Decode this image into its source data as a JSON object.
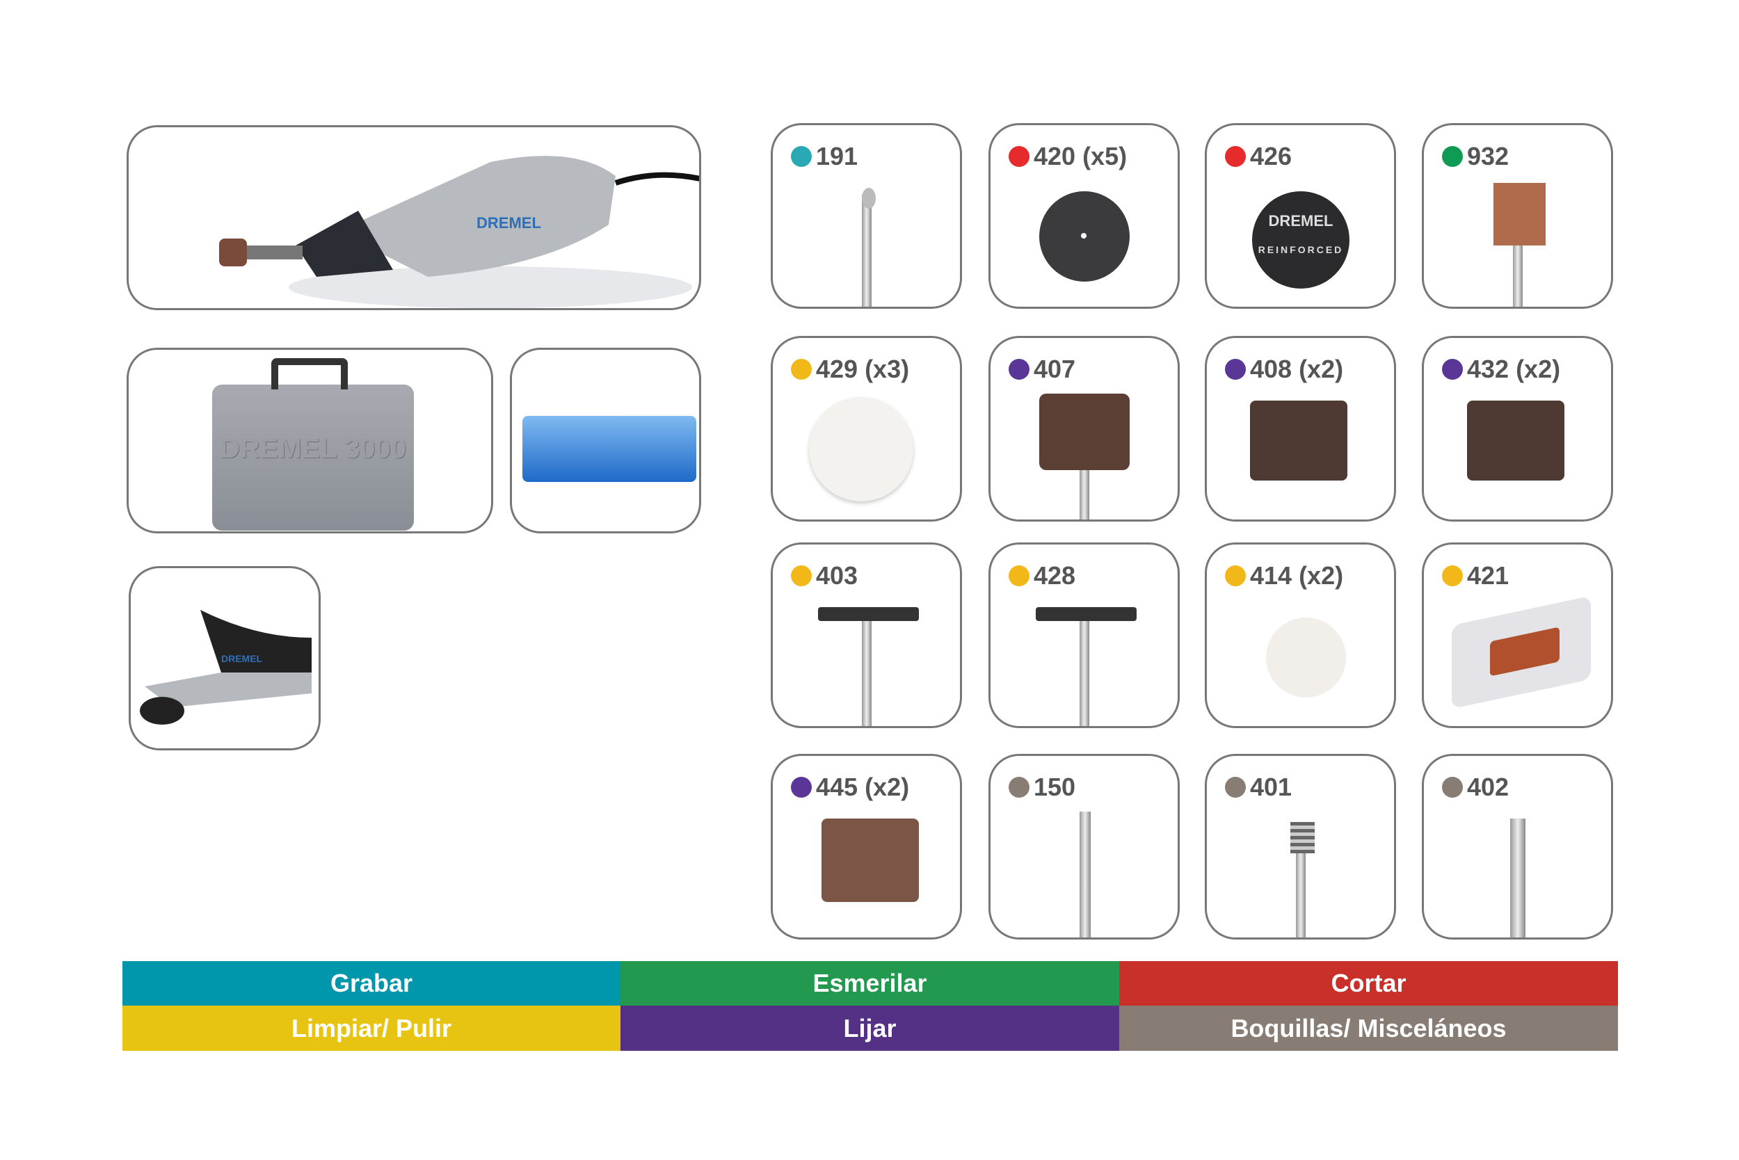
{
  "kit": {
    "tool_brand": "DREMEL",
    "tool_model": "3000",
    "case_text": "DREMEL 3000",
    "attachment_brand": "DREMEL"
  },
  "colors": {
    "grabar": "#0096ab",
    "esmerilar": "#23994f",
    "cortar": "#c9302a",
    "limpiar": "#e8c412",
    "lijar": "#543184",
    "boquillas": "#877d74"
  },
  "accessories": [
    {
      "code": "191",
      "dot": "#2aa9b4",
      "type": "bit"
    },
    {
      "code": "420 (x5)",
      "dot": "#e52b2b",
      "type": "disc-dark"
    },
    {
      "code": "426",
      "dot": "#e52b2b",
      "type": "disc-reinforced",
      "disc_text": "DREMEL",
      "disc_subtext": "REINFORCED"
    },
    {
      "code": "932",
      "dot": "#109b55",
      "type": "stone"
    },
    {
      "code": "429 (x3)",
      "dot": "#f2b81a",
      "type": "felt"
    },
    {
      "code": "407",
      "dot": "#5a3696",
      "type": "drum-mandrel"
    },
    {
      "code": "408 (x2)",
      "dot": "#5a3696",
      "type": "band"
    },
    {
      "code": "432 (x2)",
      "dot": "#5a3696",
      "type": "band"
    },
    {
      "code": "403",
      "dot": "#f2b81a",
      "type": "brush"
    },
    {
      "code": "428",
      "dot": "#f2b81a",
      "type": "brush"
    },
    {
      "code": "414 (x2)",
      "dot": "#f2b81a",
      "type": "felt-small"
    },
    {
      "code": "421",
      "dot": "#f2b81a",
      "type": "compound"
    },
    {
      "code": "445 (x2)",
      "dot": "#5a3696",
      "type": "band-light"
    },
    {
      "code": "150",
      "dot": "#877d74",
      "type": "drill"
    },
    {
      "code": "401",
      "dot": "#877d74",
      "type": "screw-mandrel"
    },
    {
      "code": "402",
      "dot": "#877d74",
      "type": "mandrel"
    }
  ],
  "legend": [
    "Grabar",
    "Esmerilar",
    "Cortar",
    "Limpiar/ Pulir",
    "Lijar",
    "Boquillas/ Misceláneos"
  ]
}
